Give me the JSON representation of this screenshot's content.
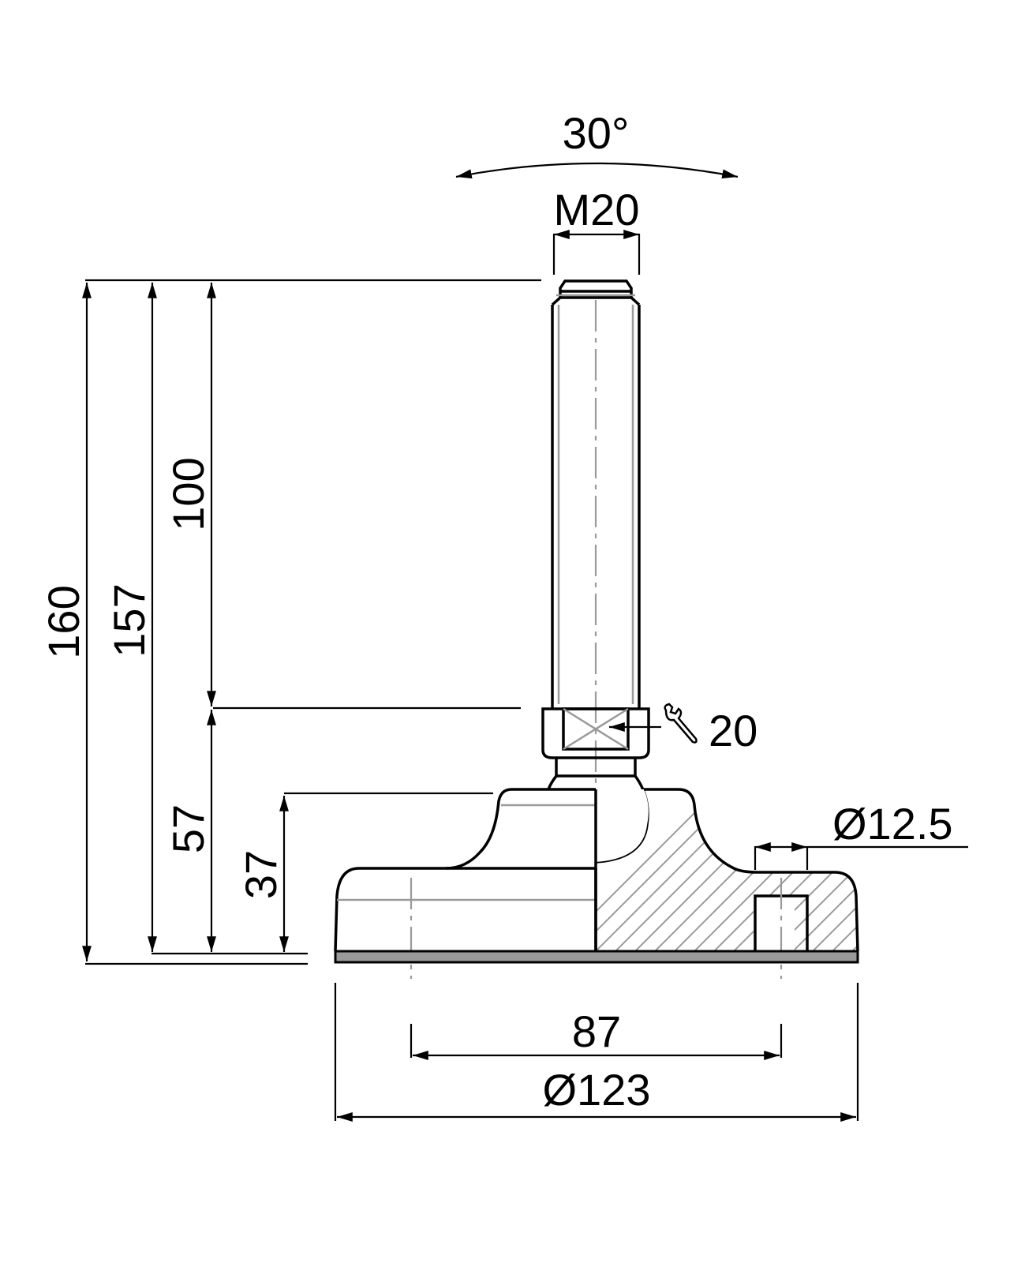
{
  "drawing": {
    "subject": "Leveling foot with threaded stem, ball joint and base",
    "line_color": "#000000",
    "hidden_line_color": "#9a9a9a",
    "pad_color": "#9a9a9a"
  },
  "dimensions": {
    "tilt_angle": "30°",
    "thread": "M20",
    "total_height": "160",
    "height_to_pad": "157",
    "stem_length": "100",
    "nut_height": "57",
    "base_height": "37",
    "wrench_size": "20",
    "hole_diameter": "Ø12.5",
    "hole_spacing": "87",
    "base_diameter": "Ø123"
  },
  "icons": {
    "wrench": "wrench-icon"
  }
}
